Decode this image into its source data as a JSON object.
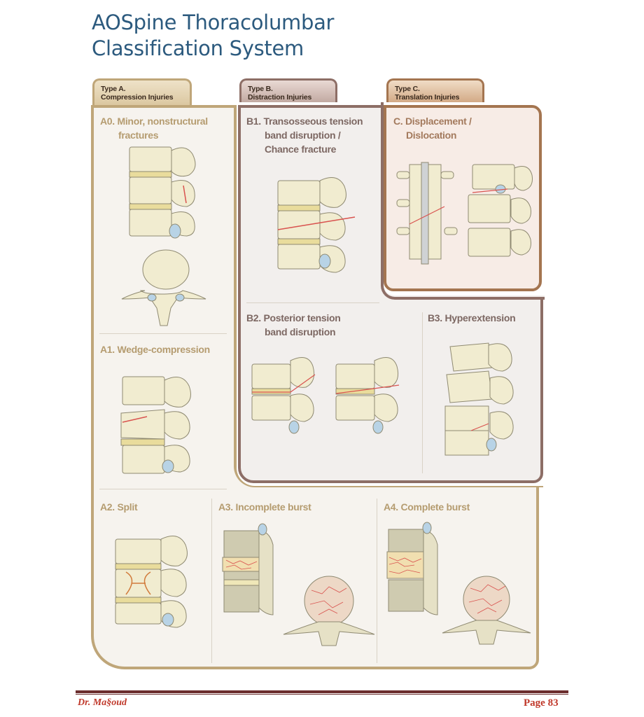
{
  "page": {
    "title_line1": "AOSpine Thoracolumbar",
    "title_line2": "Classification System"
  },
  "types": [
    {
      "id": "A",
      "tab_line1": "Type A.",
      "tab_line2": "Compression Injuries",
      "color": "#bfa679"
    },
    {
      "id": "B",
      "tab_line1": "Type B.",
      "tab_line2": "Distraction Injuries",
      "color": "#8d6e66"
    },
    {
      "id": "C",
      "tab_line1": "Type C.",
      "tab_line2": "Translation Injuries",
      "color": "#a47550"
    }
  ],
  "subtypes": {
    "A0": {
      "code": "A0.",
      "line1": "Minor, nonstructural",
      "line2": "fractures",
      "illustration": "vertebra-lateral-and-axial-view"
    },
    "A1": {
      "code": "A1.",
      "line1": "Wedge-compression",
      "illustration": "vertebra-wedge-lateral-view"
    },
    "A2": {
      "code": "A2.",
      "line1": "Split",
      "illustration": "vertebra-split-lateral-view"
    },
    "A3": {
      "code": "A3.",
      "line1": "Incomplete burst",
      "illustration": "vertebra-incomplete-burst-views"
    },
    "A4": {
      "code": "A4.",
      "line1": "Complete burst",
      "illustration": "vertebra-complete-burst-views"
    },
    "B1": {
      "code": "B1.",
      "line1": "Transosseous tension",
      "line2": "band disruption /",
      "line3": "Chance fracture",
      "illustration": "vertebra-chance-fracture"
    },
    "B2": {
      "code": "B2.",
      "line1": "Posterior tension",
      "line2": "band disruption",
      "illustration": "vertebra-posterior-tension-two-views"
    },
    "B3": {
      "code": "B3.",
      "line1": "Hyperextension",
      "illustration": "vertebra-hyperextension"
    },
    "C": {
      "code": "C.",
      "line1": "Displacement /",
      "line2": "Dislocation",
      "illustration": "vertebra-dislocation-two-views"
    }
  },
  "footer": {
    "author": "Dr. Ma§oud",
    "page_label": "Page 83"
  },
  "colors": {
    "title": "#2c5a7e",
    "footer_text": "#c0392b",
    "footer_rule": "#6b2d2d",
    "bone": "#f1ecd0",
    "bone_shadow": "#ddd6a8",
    "disc": "#e9dc9c",
    "fracture": "#d9534f",
    "ligament_blue": "#b8d3e6"
  }
}
